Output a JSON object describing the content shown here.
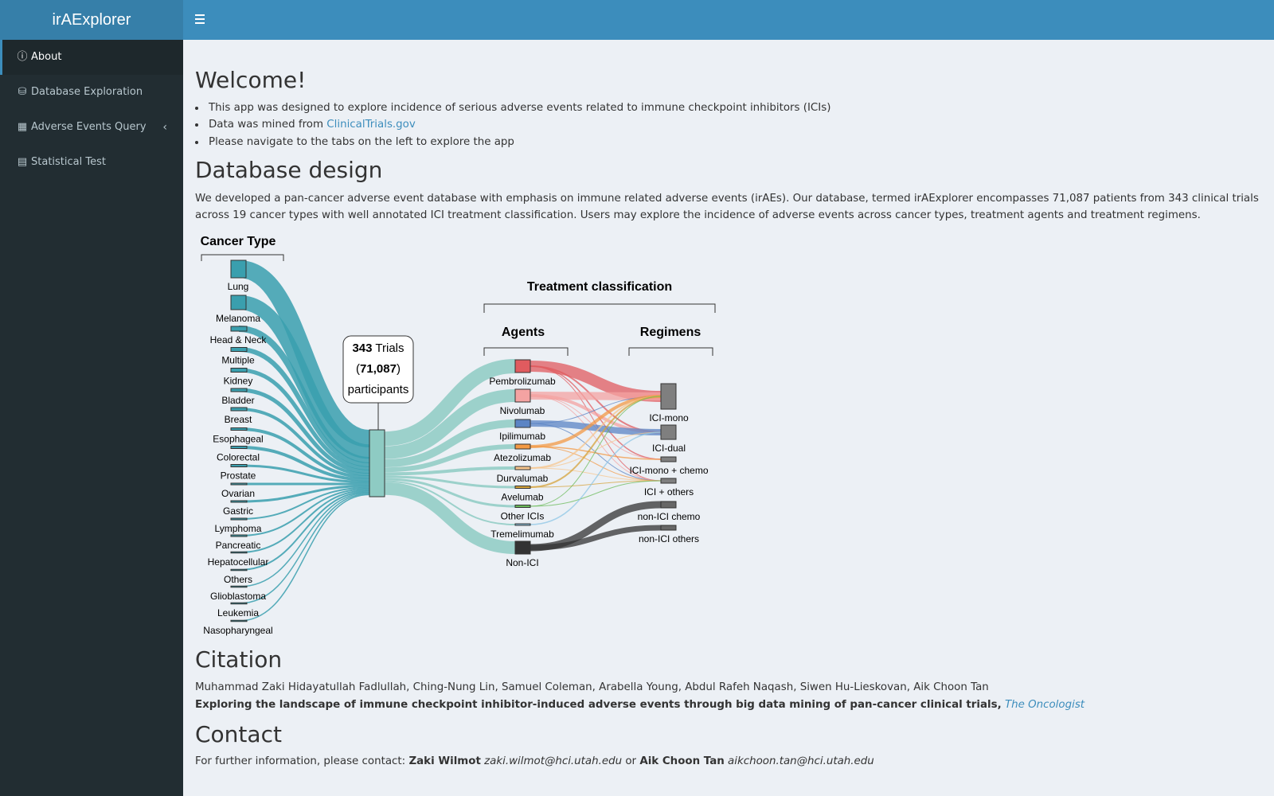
{
  "app": {
    "title": "irAExplorer"
  },
  "sidebar": {
    "items": [
      {
        "label": "About",
        "icon": "info-circle-icon"
      },
      {
        "label": "Database Exploration",
        "icon": "database-icon"
      },
      {
        "label": "Adverse Events Query",
        "icon": "table-icon"
      },
      {
        "label": "Statistical Test",
        "icon": "calculator-icon"
      }
    ]
  },
  "welcome": {
    "heading": "Welcome!",
    "bullet1": "This app was designed to explore incidence of serious adverse events related to immune checkpoint inhibitors (ICIs)",
    "bullet2_prefix": "Data was mined from ",
    "bullet2_link": "ClinicalTrials.gov",
    "bullet3": "Please navigate to the tabs on the left to explore the app"
  },
  "design": {
    "heading": "Database design",
    "paragraph": "We developed a pan-cancer adverse event database with emphasis on immune related adverse events (irAEs). Our database, termed irAExplorer encompasses 71,087 patients from 343 clinical trials across 19 cancer types with well annotated ICI treatment classification. Users may explore the incidence of adverse events across cancer types, treatment agents and treatment regimens."
  },
  "figure": {
    "cancer_type_title": "Cancer Type",
    "treatment_title": "Treatment classification",
    "agents_title": "Agents",
    "regimens_title": "Regimens",
    "trials_count": "343",
    "trials_word": " Trials",
    "participants_count": "71,087",
    "participants_word": "participants",
    "cancer_types": [
      "Lung",
      "Melanoma",
      "Head & Neck",
      "Multiple",
      "Kidney",
      "Bladder",
      "Breast",
      "Esophageal",
      "Colorectal",
      "Prostate",
      "Ovarian",
      "Gastric",
      "Lymphoma",
      "Pancreatic",
      "Hepatocellular",
      "Others",
      "Glioblastoma",
      "Leukemia",
      "Nasopharyngeal"
    ],
    "agents": [
      "Pembrolizumab",
      "Nivolumab",
      "Ipilimumab",
      "Atezolizumab",
      "Durvalumab",
      "Avelumab",
      "Other ICIs",
      "Tremelimumab",
      "Non-ICI"
    ],
    "agent_colors": [
      "#e05b5f",
      "#f4a3a2",
      "#5b84c4",
      "#f39a45",
      "#f7c58c",
      "#d5a33b",
      "#6bbb5a",
      "#8fc7e6",
      "#333333"
    ],
    "regimens": [
      "ICI-mono",
      "ICI-dual",
      "ICI-mono + chemo",
      "ICI + others",
      "non-ICI chemo",
      "non-ICI others"
    ],
    "teal": "#3a9fae",
    "teal_light": "#8ecbc3"
  },
  "citation": {
    "heading": "Citation",
    "authors": "Muhammad Zaki Hidayatullah Fadlullah, Ching-Nung Lin, Samuel Coleman, Arabella Young, Abdul Rafeh Naqash, Siwen Hu-Lieskovan, Aik Choon Tan",
    "title": "Exploring the landscape of immune checkpoint inhibitor-induced adverse events through big data mining of pan-cancer clinical trials,",
    "journal": "The Oncologist"
  },
  "contact": {
    "heading": "Contact",
    "prefix": "For further information, please contact: ",
    "name1": "Zaki Wilmot",
    "email1": "zaki.wilmot@hci.utah.edu",
    "or": " or ",
    "name2": "Aik Choon Tan",
    "email2": "aikchoon.tan@hci.utah.edu"
  }
}
